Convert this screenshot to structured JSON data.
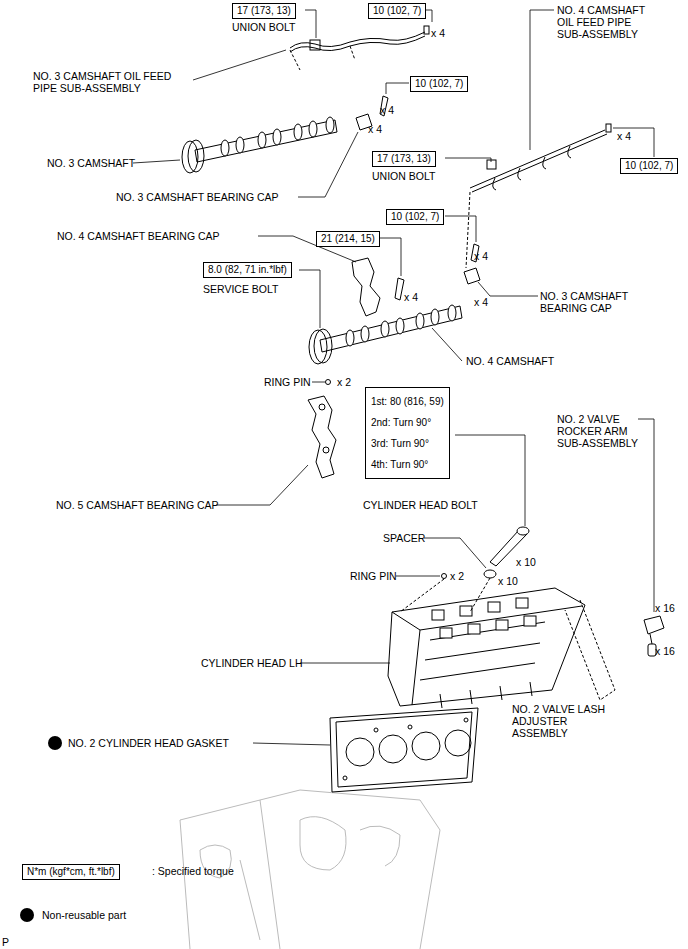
{
  "diagram": {
    "nodes": [
      {
        "text": [
          "17 (173, 13)"
        ]
      },
      {
        "text": [
          "10 (102, 7)"
        ]
      },
      {
        "text": [
          "10 (102, 7)"
        ]
      },
      {
        "text": [
          "17 (173, 13)"
        ]
      },
      {
        "text": [
          "10 (102, 7)"
        ]
      },
      {
        "text": [
          "10 (102, 7)"
        ]
      },
      {
        "text": [
          "21 (214, 15)"
        ]
      },
      {
        "text": [
          "8.0 (82, 71 in.*lbf)"
        ]
      },
      {
        "text": [
          "1st: 80 (816, 59)",
          "2nd: Turn 90°",
          "3rd: Turn 90°",
          "4th: Turn 90°"
        ]
      },
      {
        "text": [
          "N*m (kgf*cm, ft.*lbf)"
        ]
      }
    ],
    "labels": [
      "UNION BOLT",
      "x 4",
      "NO. 4 CAMSHAFT OIL FEED PIPE SUB-ASSEMBLY",
      "NO. 3 CAMSHAFT OIL FEED PIPE SUB-ASSEMBLY",
      "x 4",
      "x 4",
      "NO. 3 CAMSHAFT",
      "x 4",
      "UNION BOLT",
      "NO. 3 CAMSHAFT BEARING CAP",
      "NO. 4 CAMSHAFT BEARING CAP",
      "x 4",
      "x 4",
      "SERVICE BOLT",
      "x 4",
      "NO. 3 CAMSHAFT BEARING CAP",
      "NO. 4 CAMSHAFT",
      "x 2",
      "RING PIN",
      "NO. 2 VALVE ROCKER ARM SUB-ASSEMBLY",
      "NO. 5 CAMSHAFT BEARING CAP",
      "CYLINDER HEAD BOLT",
      "SPACER",
      "x 10",
      "x 10",
      "RING PIN",
      "x 2",
      "x 16",
      "x 16",
      "CYLINDER HEAD LH",
      "NO. 2 VALVE LASH ADJUSTER ASSEMBLY",
      "NO. 2 CYLINDER HEAD GASKET",
      "P"
    ],
    "legend": [
      {
        "text": ": Specified torque"
      },
      {
        "text": "Non-reusable part"
      }
    ]
  }
}
